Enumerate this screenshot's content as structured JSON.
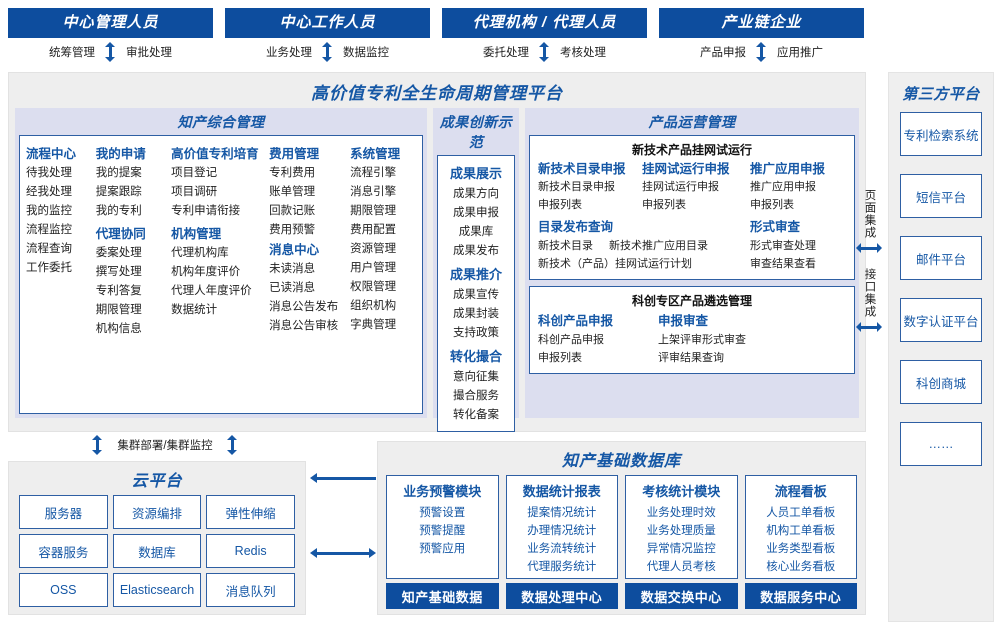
{
  "actors": [
    {
      "title": "中心管理人员",
      "left": "统筹管理",
      "right": "审批处理"
    },
    {
      "title": "中心工作人员",
      "left": "业务处理",
      "right": "数据监控"
    },
    {
      "title": "代理机构 / 代理人员",
      "left": "委托处理",
      "right": "考核处理"
    },
    {
      "title": "产业链企业",
      "left": "产品申报",
      "right": "应用推广"
    }
  ],
  "platform": {
    "title": "高价值专利全生命周期管理平台",
    "zone_a": {
      "title": "知产综合管理",
      "columns": [
        {
          "groups": [
            {
              "head": "流程中心",
              "items": [
                "待我处理",
                "经我处理",
                "我的监控",
                "流程监控",
                "流程查询",
                "工作委托"
              ]
            }
          ]
        },
        {
          "groups": [
            {
              "head": "我的申请",
              "items": [
                "我的提案",
                "提案跟踪",
                "我的专利"
              ]
            },
            {
              "head": "代理协同",
              "items": [
                "委案处理",
                "撰写处理",
                "专利答复",
                "期限管理",
                "机构信息"
              ]
            }
          ]
        },
        {
          "groups": [
            {
              "head": "高价值专利培育",
              "items": [
                "项目登记",
                "项目调研",
                "专利申请衔接"
              ]
            },
            {
              "head": "机构管理",
              "items": [
                "代理机构库",
                "机构年度评价",
                "代理人年度评价",
                "数据统计"
              ]
            }
          ]
        },
        {
          "groups": [
            {
              "head": "费用管理",
              "items": [
                "专利费用",
                "账单管理",
                "回款记账",
                "费用预警"
              ]
            },
            {
              "head": "消息中心",
              "items": [
                "未读消息",
                "已读消息",
                "消息公告发布",
                "消息公告审核"
              ]
            }
          ]
        },
        {
          "groups": [
            {
              "head": "系统管理",
              "items": [
                "流程引擎",
                "消息引擎",
                "期限管理",
                "费用配置",
                "资源管理",
                "用户管理",
                "权限管理",
                "组织机构",
                "字典管理"
              ]
            }
          ]
        }
      ]
    },
    "zone_b": {
      "title": "成果创新示范",
      "groups": [
        {
          "head": "成果展示",
          "items": [
            "成果方向",
            "成果申报",
            "成果库",
            "成果发布"
          ]
        },
        {
          "head": "成果推介",
          "items": [
            "成果宣传",
            "成果封装",
            "支持政策"
          ]
        },
        {
          "head": "转化撮合",
          "items": [
            "意向征集",
            "撮合服务",
            "转化备案"
          ]
        }
      ]
    },
    "zone_c": {
      "title": "产品运营管理",
      "card1": {
        "title": "新技术产品挂网试运行",
        "trio": [
          {
            "head": "新技术目录申报",
            "items": [
              "新技术目录申报",
              "申报列表"
            ]
          },
          {
            "head": "挂网试运行申报",
            "items": [
              "挂网试运行申报",
              "申报列表"
            ]
          },
          {
            "head": "推广应用申报",
            "items": [
              "推广应用申报",
              "申报列表"
            ]
          }
        ],
        "publish": {
          "head": "目录发布查询",
          "line1a": "新技术目录",
          "line1b": "新技术推广应用目录",
          "line2": "新技术（产品）挂网试运行计划"
        },
        "review": {
          "head": "形式审查",
          "items": [
            "形式审查处理",
            "审查结果查看"
          ]
        }
      },
      "card2": {
        "title": "科创专区产品遴选管理",
        "duo": [
          {
            "head": "科创产品申报",
            "items": [
              "科创产品申报",
              "申报列表"
            ]
          },
          {
            "head": "申报审查",
            "items": [
              "上架评审形式审查",
              "评审结果查询"
            ]
          }
        ]
      }
    }
  },
  "integration": [
    {
      "label": "页面集成"
    },
    {
      "label": "接口集成"
    }
  ],
  "third_party": {
    "title": "第三方平台",
    "items": [
      "专利检索系统",
      "短信平台",
      "邮件平台",
      "数字认证平台",
      "科创商城",
      "……"
    ]
  },
  "cluster": {
    "label": "集群部署/集群监控"
  },
  "cloud": {
    "title": "云平台",
    "cells": [
      "服务器",
      "资源编排",
      "弹性伸缩",
      "容器服务",
      "数据库",
      "Redis",
      "OSS",
      "Elasticsearch",
      "消息队列"
    ]
  },
  "database": {
    "title": "知产基础数据库",
    "columns": [
      {
        "head": "业务预警模块",
        "items": [
          "预警设置",
          "预警提醒",
          "预警应用"
        ],
        "foot": "知产基础数据"
      },
      {
        "head": "数据统计报表",
        "items": [
          "提案情况统计",
          "办理情况统计",
          "业务流转统计",
          "代理服务统计"
        ],
        "foot": "数据处理中心"
      },
      {
        "head": "考核统计模块",
        "items": [
          "业务处理时效",
          "业务处理质量",
          "异常情况监控",
          "代理人员考核"
        ],
        "foot": "数据交换中心"
      },
      {
        "head": "流程看板",
        "items": [
          "人员工单看板",
          "机构工单看板",
          "业务类型看板",
          "核心业务看板"
        ],
        "foot": "数据服务中心"
      }
    ]
  },
  "colors": {
    "primary_dark": "#0d4d9e",
    "accent": "#1557a5",
    "panel": "#eeeeee",
    "zone": "#dcdeef",
    "border": "#2e5fa3"
  }
}
